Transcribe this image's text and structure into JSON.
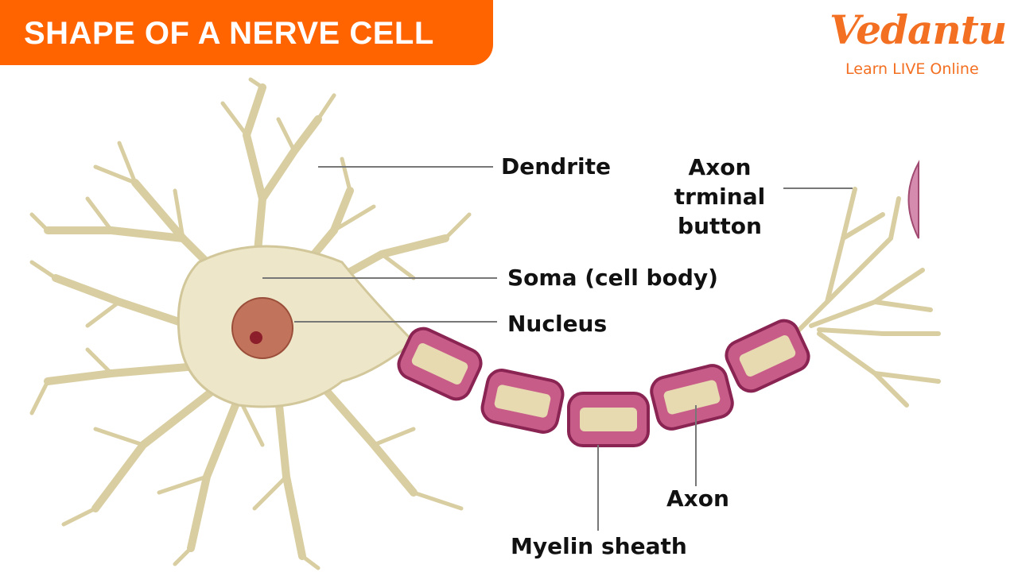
{
  "title": "SHAPE OF A NERVE CELL",
  "logo": {
    "brand": "Vedantu",
    "tagline": "Learn LIVE Online"
  },
  "labels": {
    "dendrite": "Dendrite",
    "axon_terminal": [
      "Axon",
      "trminal",
      "button"
    ],
    "soma": "Soma (cell body)",
    "nucleus": "Nucleus",
    "axon": "Axon",
    "myelin": "Myelin sheath"
  },
  "colors": {
    "brand": "#FF6400",
    "cell": "#EDE6C8",
    "dendrite": "#D9CEA2",
    "nucleus": "#C2735C",
    "myelin": "#C85C89",
    "myelin_border": "#8A2452"
  }
}
